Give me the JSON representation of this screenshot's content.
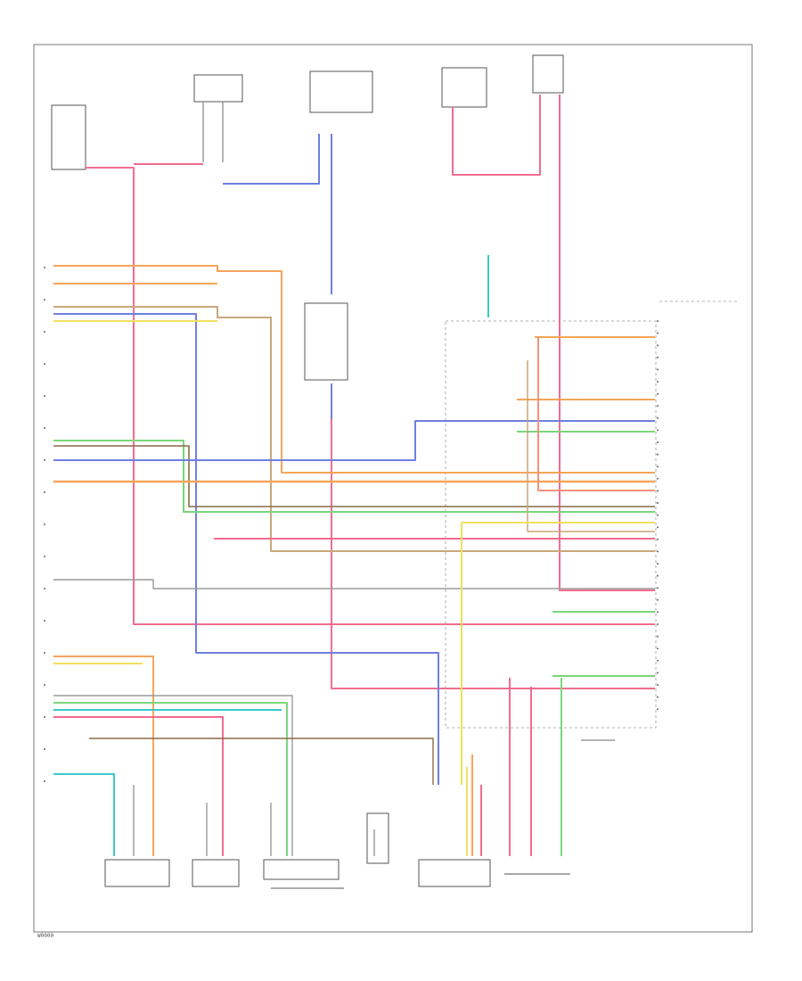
{
  "diagram": {
    "footer_code": "W0000",
    "colors": {
      "orange": "#f5a55a",
      "pink": "#f26c8f",
      "blue": "#6f7fe0",
      "green": "#7bd67b",
      "teal": "#3cc8c8",
      "yellow": "#f0e060",
      "tan": "#c9a77a",
      "gray": "#9a9a9a",
      "salmon": "#f5927a",
      "brown": "#8a6a4a"
    },
    "left_pins": [
      "1",
      "2",
      "3",
      "4",
      "5",
      "6",
      "7",
      "8",
      "9",
      "10",
      "11",
      "12",
      "13",
      "14",
      "15",
      "16",
      "17"
    ],
    "right_pins": [
      "1",
      "2",
      "3",
      "4",
      "5",
      "6",
      "7",
      "8",
      "9",
      "10",
      "11",
      "12",
      "13",
      "14",
      "15",
      "16",
      "17",
      "18",
      "19",
      "20",
      "21",
      "22",
      "23",
      "24",
      "25",
      "26",
      "27",
      "28",
      "29",
      "30",
      "31",
      "32",
      "33"
    ]
  }
}
